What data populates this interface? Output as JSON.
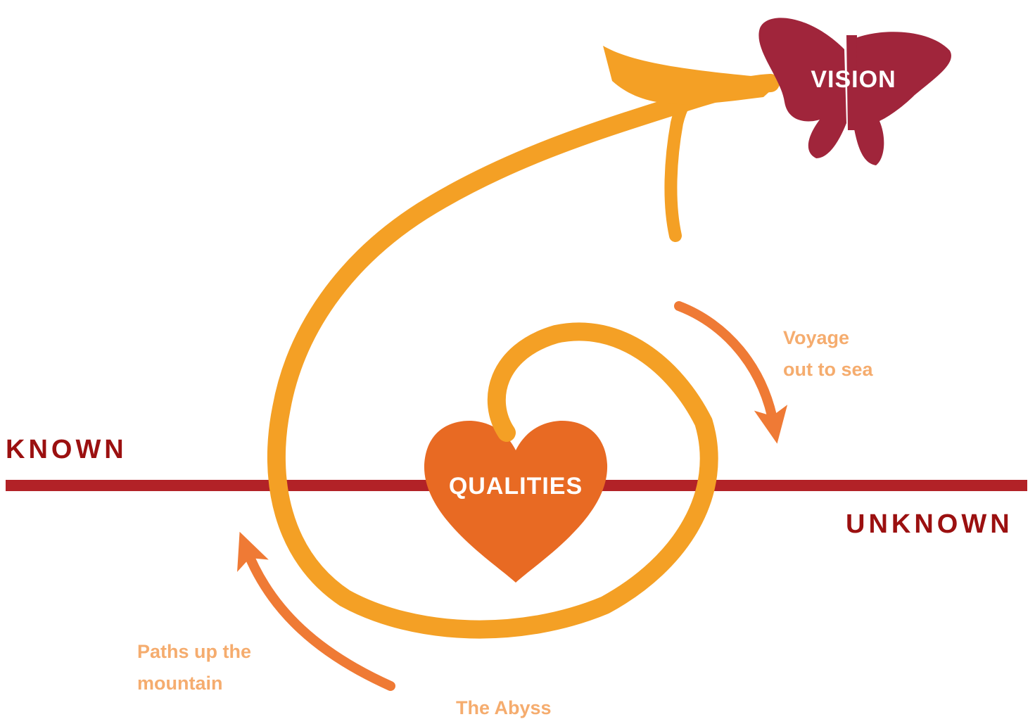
{
  "labels": {
    "known": "KNOWN",
    "unknown": "UNKNOWN",
    "vision": "VISION",
    "qualities": "QUALITIES",
    "voyage": [
      "Voyage",
      "out to sea"
    ],
    "paths": [
      "Paths up the",
      "mountain"
    ],
    "abyss": "The Abyss"
  },
  "colors": {
    "horizon_line": "#b22227",
    "zone_text": "#9b1010",
    "spiral": "#f4a025",
    "small_arrows": "#ef7a35",
    "heart": "#e86a23",
    "butterfly": "#a0253b",
    "note_text": "#f5ac6e"
  },
  "icons": {
    "heart": "heart-icon",
    "butterfly": "butterfly-icon"
  }
}
